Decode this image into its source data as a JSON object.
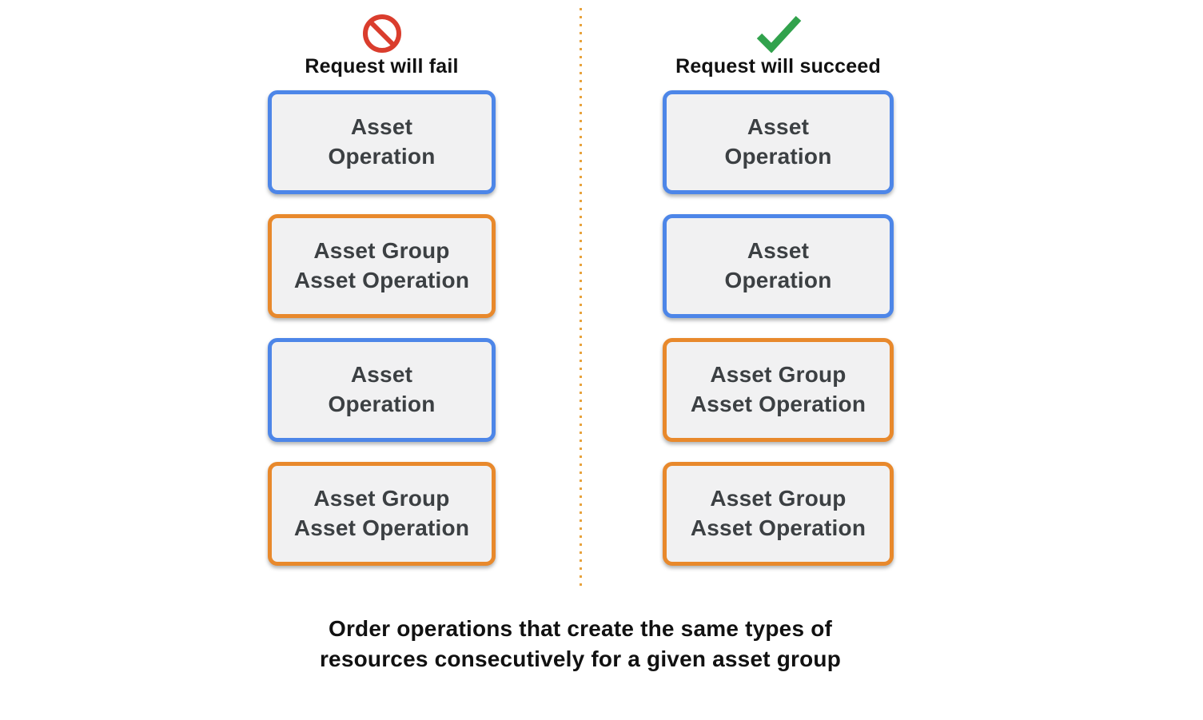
{
  "colors": {
    "asset_operation_border_blue": "#4d86e8",
    "asset_group_border_orange": "#e8892c",
    "divider_dot_orange": "#e8a33d",
    "box_background_gray": "#f1f1f2",
    "box_text_gray": "#3c4043",
    "fail_icon_red": "#da3d2d",
    "success_icon_green": "#31a24c",
    "title_text": "#111111"
  },
  "columns": [
    {
      "id": "fail",
      "icon": "no-entry-icon",
      "title": "Request will fail",
      "boxes": [
        {
          "label": "Asset\nOperation",
          "type": "asset_operation"
        },
        {
          "label": "Asset Group\nAsset Operation",
          "type": "asset_group_asset_operation"
        },
        {
          "label": "Asset\nOperation",
          "type": "asset_operation"
        },
        {
          "label": "Asset Group\nAsset Operation",
          "type": "asset_group_asset_operation"
        }
      ]
    },
    {
      "id": "succeed",
      "icon": "checkmark-icon",
      "title": "Request will succeed",
      "boxes": [
        {
          "label": "Asset\nOperation",
          "type": "asset_operation"
        },
        {
          "label": "Asset\nOperation",
          "type": "asset_operation"
        },
        {
          "label": "Asset Group\nAsset Operation",
          "type": "asset_group_asset_operation"
        },
        {
          "label": "Asset Group\nAsset Operation",
          "type": "asset_group_asset_operation"
        }
      ]
    }
  ],
  "caption": "Order operations that create the same types of\nresources consecutively for a given asset group"
}
